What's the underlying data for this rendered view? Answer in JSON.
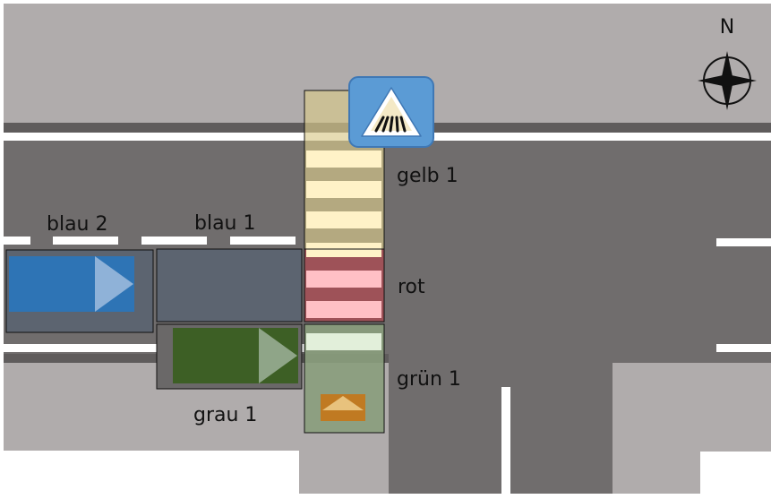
{
  "compass": {
    "letter": "N",
    "icon": "compass-rose-icon"
  },
  "sign": {
    "icon": "pedestrian-crossing-warning-icon",
    "background": "#5b9bd5",
    "border": "#3f78b5"
  },
  "zone_labels": {
    "gelb_1": "gelb 1",
    "rot": "rot",
    "gruen_1": "grün 1",
    "blau_1": "blau 1",
    "blau_2": "blau 2",
    "grau_1": "grau 1"
  },
  "colors": {
    "sidewalk": "#b0acac",
    "road": "#706d6d",
    "curb": "#5f5c5c",
    "lane_marking": "#ffffff",
    "gelb": "#fff2c7",
    "rot": "#ffc0c5",
    "gruen": "#e2efda",
    "blau_vehicle": "#2e74b5",
    "gruen_vehicle": "#3d5f25",
    "orange_marker": "#c07a22"
  }
}
